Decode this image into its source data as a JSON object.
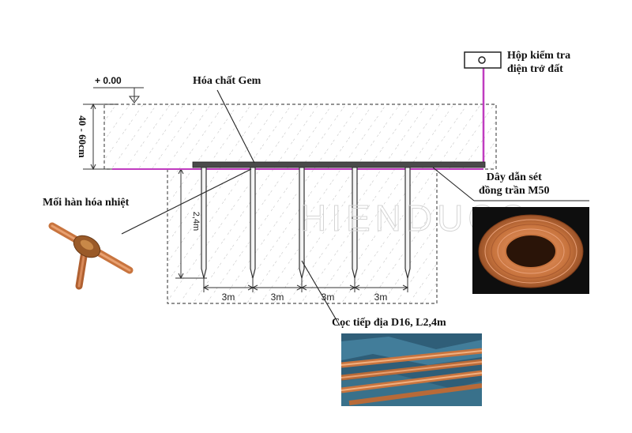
{
  "level_label": "+ 0.00",
  "depth_label": "40 - 60cm",
  "labels": {
    "chemical": "Hóa chất Gem",
    "box_line1": "Hộp kiểm tra",
    "box_line2": "điện trở đất",
    "weld": "Mối hàn hóa nhiệt",
    "wire_line1": "Dây dẫn sét",
    "wire_line2": "đồng trần M50",
    "rod": "Cọc tiếp địa D16, L2,4m"
  },
  "rod_length": "2,4m",
  "spacings": [
    "3m",
    "3m",
    "3m",
    "3m"
  ],
  "colors": {
    "conductor": "#c03cc0",
    "bar": "#4a4a4a",
    "hatch": "#b8b8b8",
    "copper": "#c8743e"
  }
}
